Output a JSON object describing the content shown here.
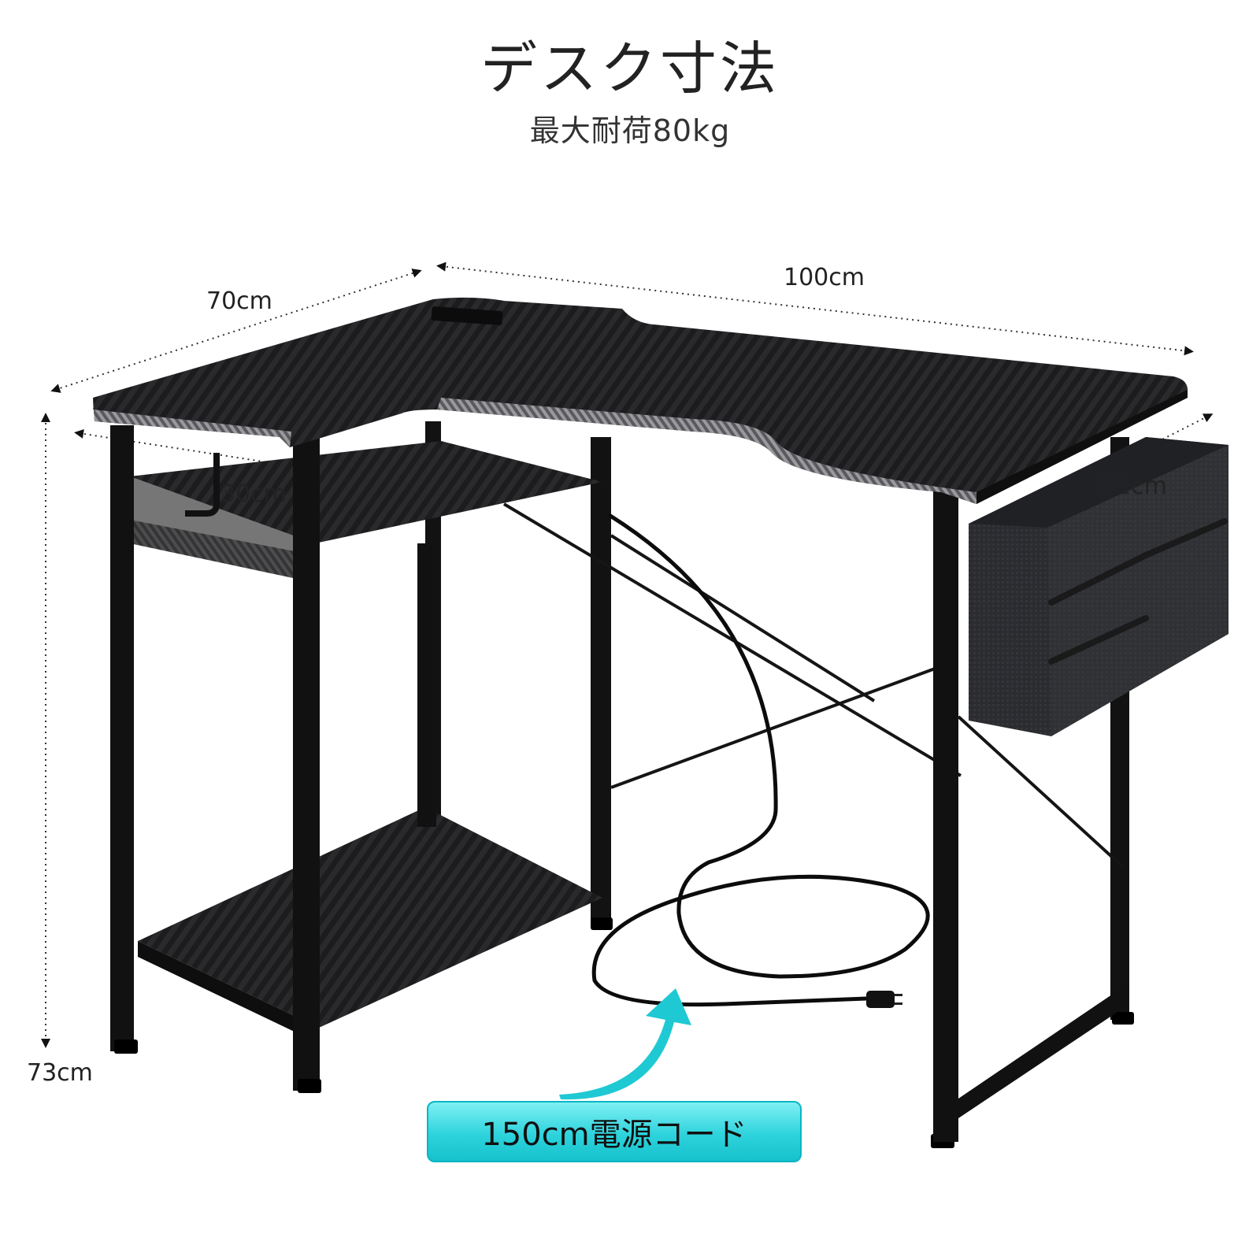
{
  "title": "デスク寸法",
  "subtitle": "最大耐荷80kg",
  "dimensions": {
    "width": "100cm",
    "depth": "70cm",
    "shelf": "30cm",
    "bag": "52cm",
    "height": "73cm"
  },
  "cord_label": "150cm電源コード",
  "colors": {
    "desk": "#1c1c1e",
    "frame": "#101010",
    "accent": "#2ed3dc",
    "arrow": "#1fc9d3"
  },
  "icons": {
    "arrow": "curved-arrow-icon",
    "plug": "power-plug-icon"
  }
}
